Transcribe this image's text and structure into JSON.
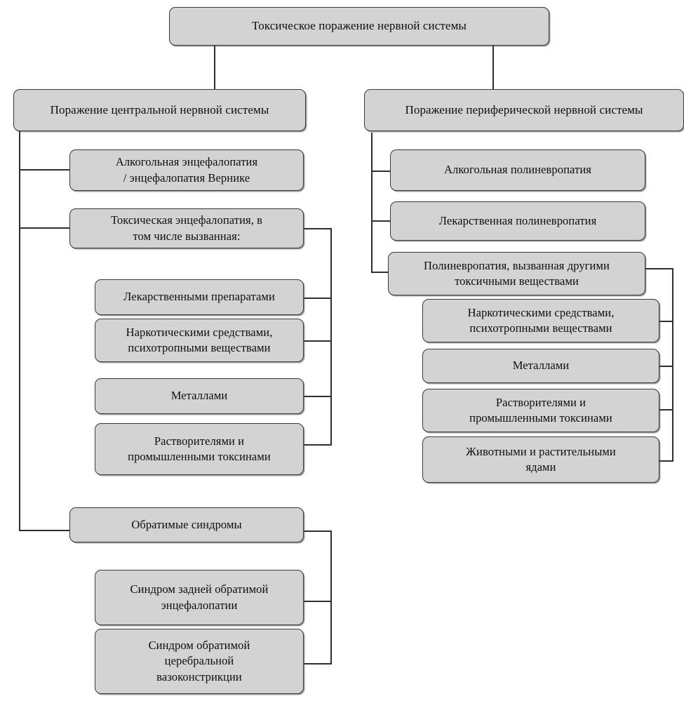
{
  "diagram": {
    "title": "Токсическое поражение нервной системы",
    "type": "hierarchy-tree",
    "language": "ru",
    "colors": {
      "node_fill": "#d3d3d3",
      "node_border": "#3a3a3a",
      "connector": "#2e2e2e",
      "background": "#ffffff",
      "text": "#0d0d0d"
    },
    "root": {
      "label": "Токсическое поражение нервной системы"
    },
    "branches": [
      {
        "id": "cns",
        "label": "Поражение центральной нервной системы",
        "children": [
          {
            "id": "cns-alcohol-enceph",
            "label": "Алкогольная энцефалопатия / энцефалопатия Вернике",
            "line1": "Алкогольная энцефалопатия",
            "line2": "/ энцефалопатия Вернике"
          },
          {
            "id": "cns-toxic-enceph",
            "label": "Токсическая энцефалопатия, в том числе вызванная:",
            "line1": "Токсическая энцефалопатия, в",
            "line2": "том числе вызванная:",
            "children": [
              {
                "id": "cns-te-drugs",
                "label": "Лекарственными препаратами"
              },
              {
                "id": "cns-te-narcotics",
                "label": "Наркотическими средствами, психотропными веществами",
                "line1": "Наркотическими средствами,",
                "line2": "психотропными веществами"
              },
              {
                "id": "cns-te-metals",
                "label": "Металлами"
              },
              {
                "id": "cns-te-solvents",
                "label": "Растворителями и промышленными токсинами",
                "line1": "Растворителями и",
                "line2": "промышленными токсинами"
              }
            ]
          },
          {
            "id": "cns-reversible",
            "label": "Обратимые синдромы",
            "children": [
              {
                "id": "cns-rev-pres",
                "label": "Синдром задней обратимой энцефалопатии",
                "line1": "Синдром задней обратимой",
                "line2": "энцефалопатии"
              },
              {
                "id": "cns-rev-rcvs",
                "label": "Синдром обратимой церебральной вазоконстрикции",
                "line1": "Синдром обратимой",
                "line2": "церебральной",
                "line3": "вазоконстрикции"
              }
            ]
          }
        ]
      },
      {
        "id": "pns",
        "label": "Поражение периферической нервной системы",
        "children": [
          {
            "id": "pns-alcohol-poly",
            "label": "Алкогольная полиневропатия"
          },
          {
            "id": "pns-drug-poly",
            "label": "Лекарственная полиневропатия"
          },
          {
            "id": "pns-other-toxic",
            "label": "Полиневропатия, вызванная другими токсичными веществами",
            "line1": "Полиневропатия, вызванная другими",
            "line2": "токсичными веществами",
            "children": [
              {
                "id": "pns-ot-narcotics",
                "label": "Наркотическими средствами, психотропными веществами",
                "line1": "Наркотическими средствами,",
                "line2": "психотропными веществами"
              },
              {
                "id": "pns-ot-metals",
                "label": "Металлами"
              },
              {
                "id": "pns-ot-solvents",
                "label": "Растворителями и промышленными токсинами",
                "line1": "Растворителями и",
                "line2": "промышленными токсинами"
              },
              {
                "id": "pns-ot-biotoxins",
                "label": "Животными и растительными ядами",
                "line1": "Животными и растительными",
                "line2": "ядами"
              }
            ]
          }
        ]
      }
    ]
  }
}
